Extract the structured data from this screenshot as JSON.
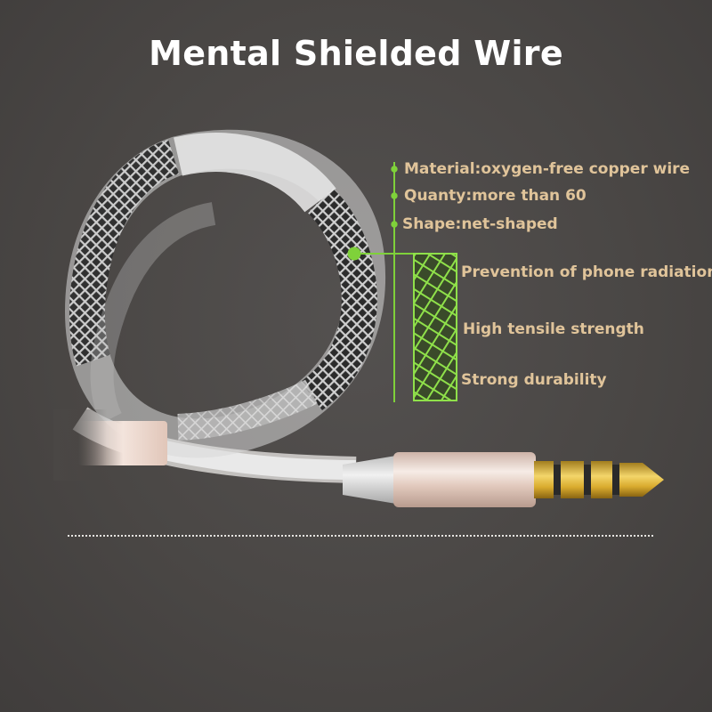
{
  "title": "Mental Shielded Wire",
  "specs": [
    {
      "text": "Material:oxygen-free copper wire"
    },
    {
      "text": "Quanty:more than 60"
    },
    {
      "text": "Shape:net-shaped"
    }
  ],
  "features": [
    {
      "text": "Prevention of phone radiation"
    },
    {
      "text": "High tensile strength"
    },
    {
      "text": "Strong durability"
    }
  ],
  "colors": {
    "background": "#4a4745",
    "accent_green": "#7fd13a",
    "label_text": "#e0c49a",
    "title_text": "#ffffff",
    "connector_gold": "#d9b23a",
    "sleeve_rose": "#e9d2c8"
  },
  "icons": [
    "cable-coil-illustration",
    "braided-mesh-swatch",
    "audio-jack-plug"
  ]
}
